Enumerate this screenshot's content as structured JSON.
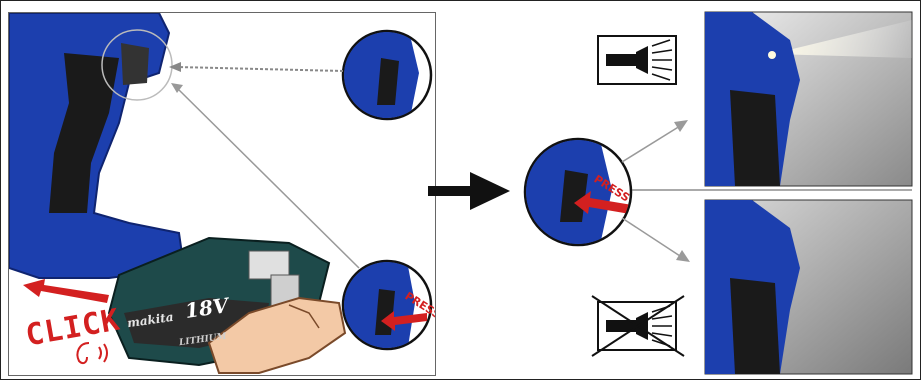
{
  "labels": {
    "click": "CLICK",
    "press_top": "PRESS",
    "press_bottom": "PRESS",
    "brand": "makita",
    "voltage": "18V",
    "battery_type": "LITHIUM"
  },
  "states": {
    "light_on": "flashlight-on-icon",
    "light_off": "flashlight-off-icon"
  },
  "colors": {
    "tool_blue": "#1c3fae",
    "tool_black": "#1a1a1a",
    "arrow_red": "#d32020",
    "battery_teal": "#1e4a4a",
    "photo_gray": "#9a9a9a"
  }
}
